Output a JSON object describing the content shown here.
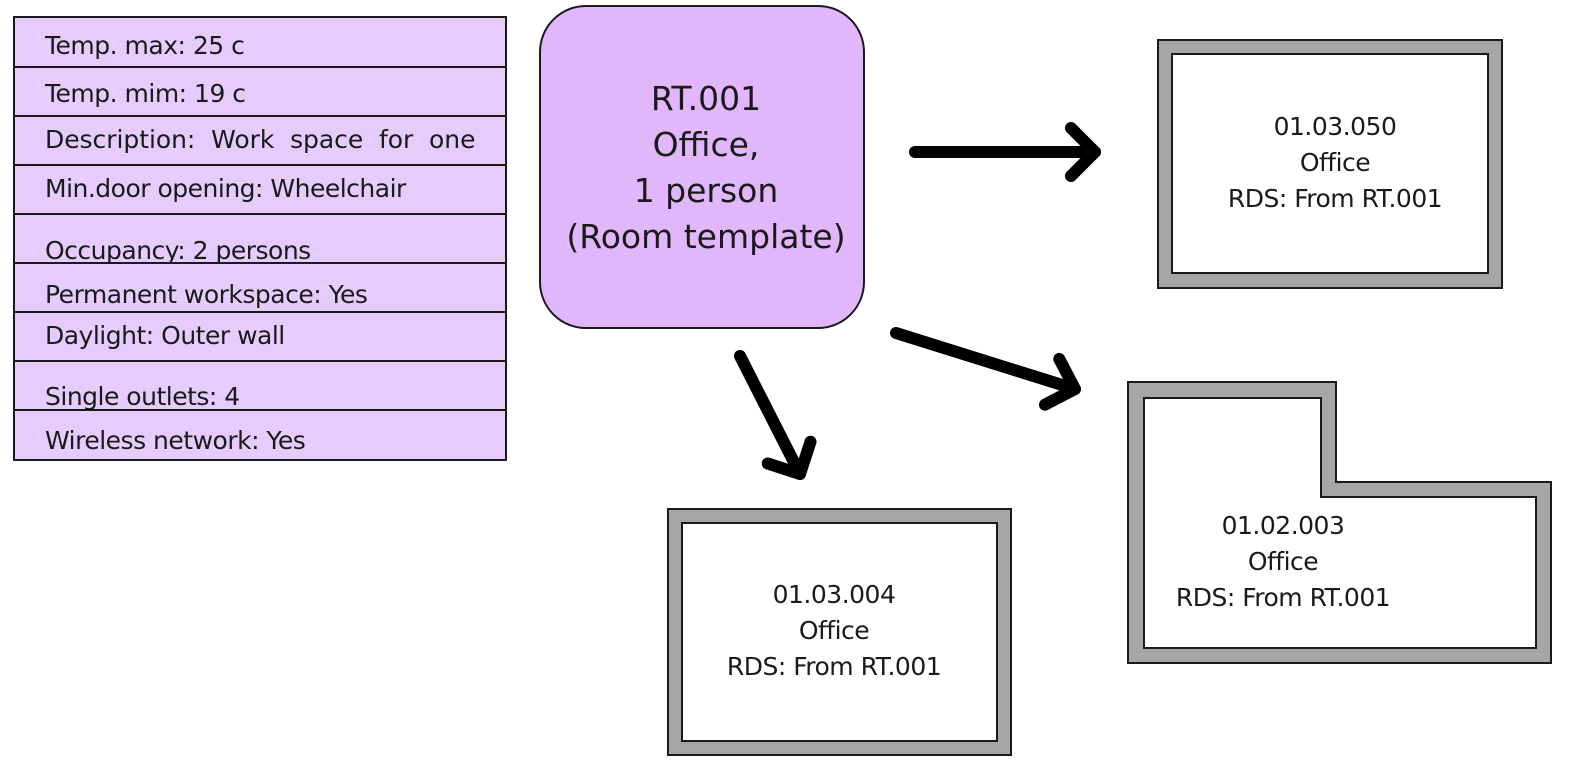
{
  "properties": [
    "Temp. max: 25 c",
    "Temp. mim: 19 c",
    "Description:  Work  space  for  one",
    "Min.door opening: Wheelchair",
    "Occupancy: 2 persons",
    "Permanent workspace: Yes",
    "Daylight: Outer wall",
    "Single outlets: 4",
    "Wireless network: Yes"
  ],
  "template": {
    "lines": [
      "RT.001",
      "Office,",
      "1 person",
      "(Room template)"
    ]
  },
  "rooms": [
    {
      "lines": [
        "01.03.050",
        "Office",
        "RDS: From RT.001"
      ]
    },
    {
      "lines": [
        "01.02.003",
        "Office",
        "RDS: From RT.001"
      ]
    },
    {
      "lines": [
        "01.03.004",
        "Office",
        "RDS: From RT.001"
      ]
    }
  ],
  "colors": {
    "property_fill": "#e6ccfc",
    "template_fill": "#e2b6fa",
    "wall_fill": "#a6a6a6",
    "stroke": "#1a1a1a"
  }
}
